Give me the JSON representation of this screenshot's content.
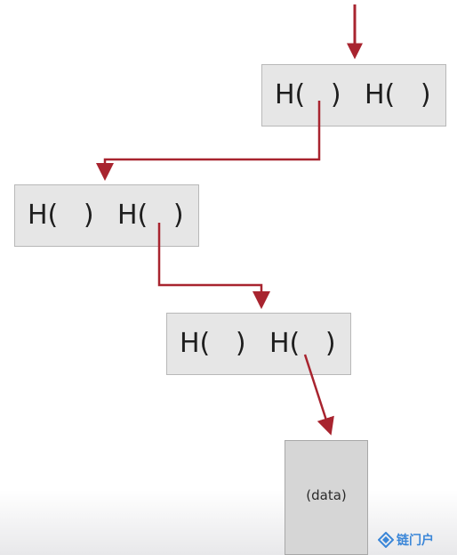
{
  "nodes": [
    {
      "left_label": "H(   )",
      "right_label": "H(   )"
    },
    {
      "left_label": "H(   )",
      "right_label": "H(   )"
    },
    {
      "left_label": "H(   )",
      "right_label": "H(   )"
    }
  ],
  "data_block": {
    "label": "(data)"
  },
  "watermark": {
    "text": "链门户"
  },
  "colors": {
    "arrow": "#a8242f",
    "node_fill": "#e6e6e6",
    "data_fill": "#d6d6d6",
    "watermark": "#3a86d8"
  }
}
